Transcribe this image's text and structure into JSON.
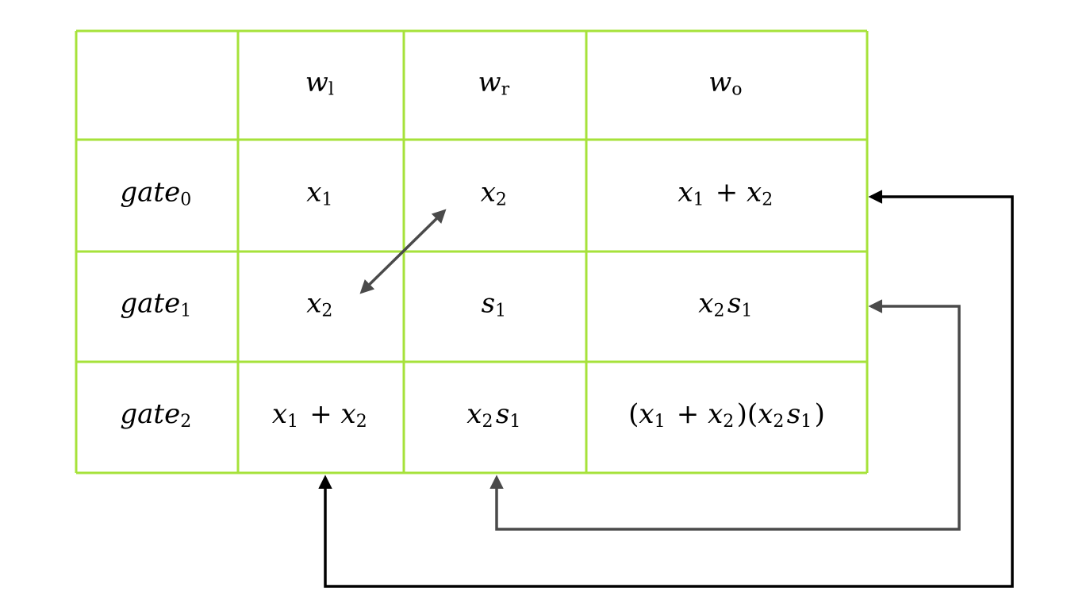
{
  "table": {
    "columns": [
      {
        "id": "label",
        "text": ""
      },
      {
        "id": "wl",
        "base": "w",
        "sub": "l"
      },
      {
        "id": "wr",
        "base": "w",
        "sub": "r"
      },
      {
        "id": "wo",
        "base": "w",
        "sub": "o"
      }
    ],
    "rows": [
      {
        "label": {
          "base": "gate",
          "sub": "0"
        },
        "wl": [
          {
            "t": "x",
            "s": "1"
          }
        ],
        "wr": [
          {
            "t": "x",
            "s": "2"
          }
        ],
        "wo": [
          {
            "t": "x",
            "s": "1"
          },
          {
            "op": " + "
          },
          {
            "t": "x",
            "s": "2"
          }
        ]
      },
      {
        "label": {
          "base": "gate",
          "sub": "1"
        },
        "wl": [
          {
            "t": "x",
            "s": "2"
          }
        ],
        "wr": [
          {
            "t": "s",
            "s": "1"
          }
        ],
        "wo": [
          {
            "t": "x",
            "s": "2"
          },
          {
            "t": "s",
            "s": "1"
          }
        ]
      },
      {
        "label": {
          "base": "gate",
          "sub": "2"
        },
        "wl": [
          {
            "t": "x",
            "s": "1"
          },
          {
            "op": " + "
          },
          {
            "t": "x",
            "s": "2"
          }
        ],
        "wr": [
          {
            "t": "x",
            "s": "2"
          },
          {
            "t": "s",
            "s": "1"
          }
        ],
        "wo": [
          {
            "op": "("
          },
          {
            "t": "x",
            "s": "1"
          },
          {
            "op": " + "
          },
          {
            "t": "x",
            "s": "2"
          },
          {
            "op": ")("
          },
          {
            "t": "x",
            "s": "2"
          },
          {
            "t": "s",
            "s": "1"
          },
          {
            "op": ")"
          }
        ]
      }
    ]
  },
  "colors": {
    "grid": "#a6e23a",
    "arrow_dark": "#000000",
    "arrow_gray": "#4a4a4a"
  }
}
